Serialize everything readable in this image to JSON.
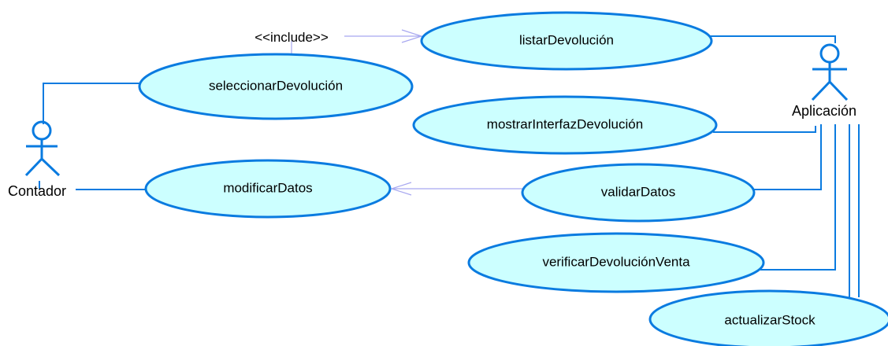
{
  "diagram": {
    "actors": {
      "contador": {
        "name": "Contador"
      },
      "aplicacion": {
        "name": "Aplicación"
      }
    },
    "use_cases": {
      "listar": "listarDevolución",
      "seleccionar": "seleccionarDevolución",
      "mostrar": "mostrarInterfazDevolución",
      "modificar": "modificarDatos",
      "validar": "validarDatos",
      "verificar": "verificarDevoluciónVenta",
      "actualizar": "actualizarStock"
    },
    "relationships": {
      "include_stereotype": "<<include>>"
    },
    "colors": {
      "use_case_fill": "#ccffff",
      "line": "#0a7be0",
      "dependency": "#a8a8f0"
    }
  }
}
